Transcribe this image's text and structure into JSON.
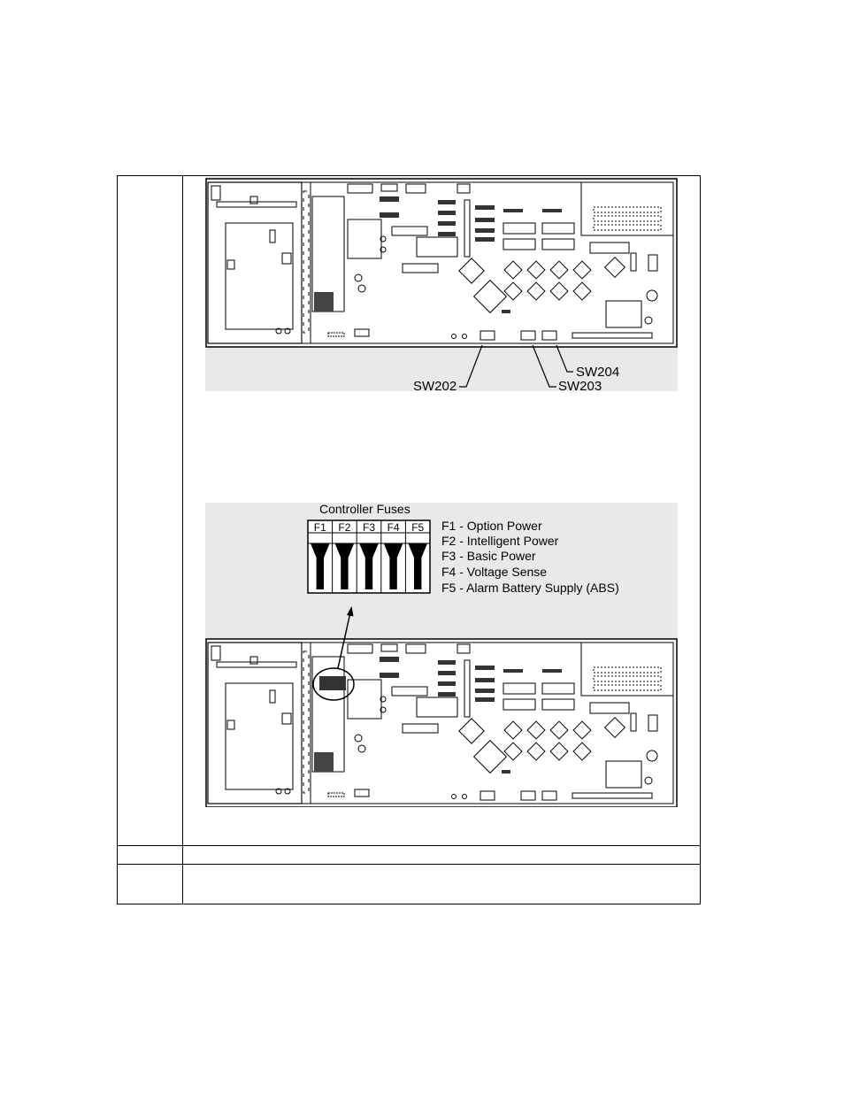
{
  "figure1": {
    "callouts": {
      "sw202": "SW202",
      "sw203": "SW203",
      "sw204": "SW204"
    }
  },
  "figure2": {
    "title": "Controller Fuses",
    "fuse_labels": [
      "F1",
      "F2",
      "F3",
      "F4",
      "F5"
    ],
    "legend": [
      "F1 - Option Power",
      "F2 - Intelligent Power",
      "F3 - Basic Power",
      "F4 - Voltage Sense",
      "F5 - Alarm Battery Supply (ABS)"
    ]
  },
  "colors": {
    "figure_background": "#e9e9e9",
    "line": "#000000",
    "board": "#ffffff"
  }
}
